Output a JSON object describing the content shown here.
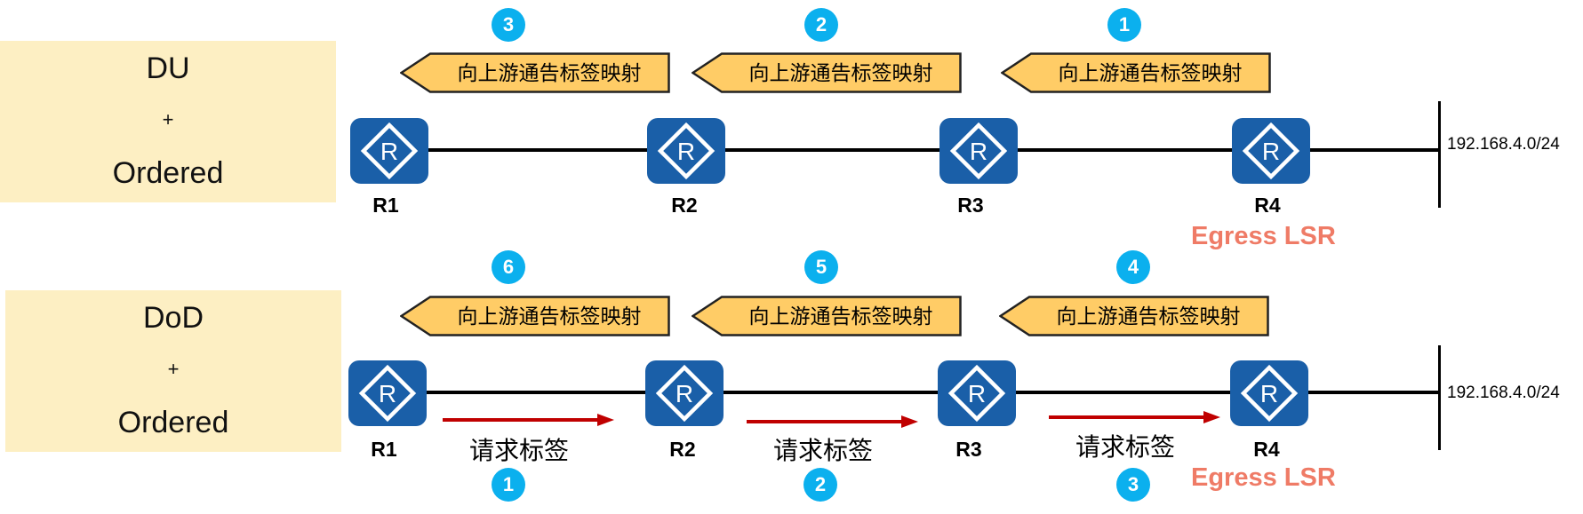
{
  "panels": [
    {
      "side_label": {
        "line1": "DU",
        "line2": "+",
        "line3": "Ordered"
      },
      "routers": [
        "R1",
        "R2",
        "R3",
        "R4"
      ],
      "egress_label": "Egress LSR",
      "network": "192.168.4.0/24",
      "advertise_steps": [
        {
          "step": "3",
          "text": "向上游通告标签映射"
        },
        {
          "step": "2",
          "text": "向上游通告标签映射"
        },
        {
          "step": "1",
          "text": "向上游通告标签映射"
        }
      ]
    },
    {
      "side_label": {
        "line1": "DoD",
        "line2": "+",
        "line3": "Ordered"
      },
      "routers": [
        "R1",
        "R2",
        "R3",
        "R4"
      ],
      "egress_label": "Egress LSR",
      "network": "192.168.4.0/24",
      "advertise_steps": [
        {
          "step": "6",
          "text": "向上游通告标签映射"
        },
        {
          "step": "5",
          "text": "向上游通告标签映射"
        },
        {
          "step": "4",
          "text": "向上游通告标签映射"
        }
      ],
      "request_steps": [
        {
          "step": "1",
          "text": "请求标签"
        },
        {
          "step": "2",
          "text": "请求标签"
        },
        {
          "step": "3",
          "text": "请求标签"
        }
      ]
    }
  ],
  "colors": {
    "router_fill": "#1A5FA8",
    "advertise_fill": "#FFCC66",
    "step_circle": "#0BB0EE",
    "request_arrow": "#C00000",
    "egress_text": "#EF7B66",
    "side_label_fill": "#FDEFC3"
  },
  "icons": {
    "router": "router-icon",
    "advertise": "left-arrow-callout",
    "request": "right-arrow"
  }
}
